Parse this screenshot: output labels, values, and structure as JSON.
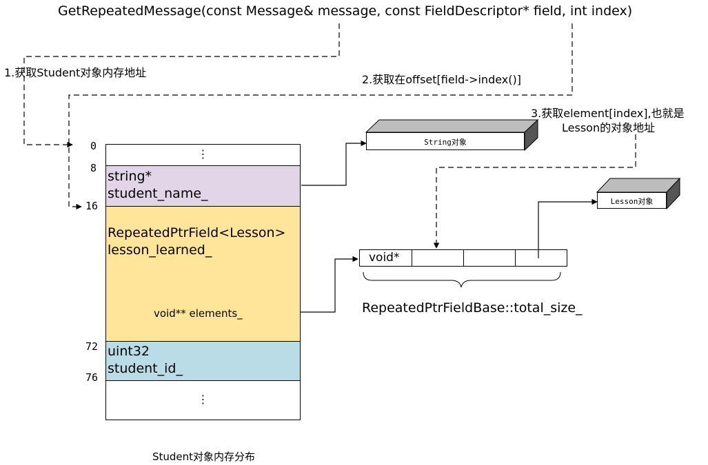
{
  "signature": "GetRepeatedMessage(const Message& message, const FieldDescriptor* field, int index)",
  "steps": {
    "step1": "1.获取Student对象内存地址",
    "step2": "2.获取在offset[field->index()]",
    "step3_line1": "3.获取element[index],也就是",
    "step3_line2": "Lesson的对象地址"
  },
  "offsets": [
    "0",
    "8",
    "16",
    "72",
    "76"
  ],
  "memory": {
    "top_dots": "⋮",
    "string_type": "string*",
    "string_field": "student_name_",
    "repeated_type": "RepeatedPtrField<Lesson>",
    "repeated_field": "lesson_learned_",
    "elements_label": "void** elements_",
    "uint_type": "uint32",
    "uint_field": "student_id_",
    "bottom_dots": "⋮",
    "caption": "Student对象内存分布"
  },
  "objects": {
    "string_obj": "String对象",
    "lesson_obj": "Lesson对象"
  },
  "array": {
    "first_cell": "void*",
    "caption": "RepeatedPtrFieldBase::total_size_"
  },
  "colors": {
    "string_cell": "#e1d5e7",
    "repeated_cell": "#ffe599",
    "uint_cell": "#b9dce6",
    "box_top": "#bdbdbd",
    "box_side": "#555555"
  }
}
